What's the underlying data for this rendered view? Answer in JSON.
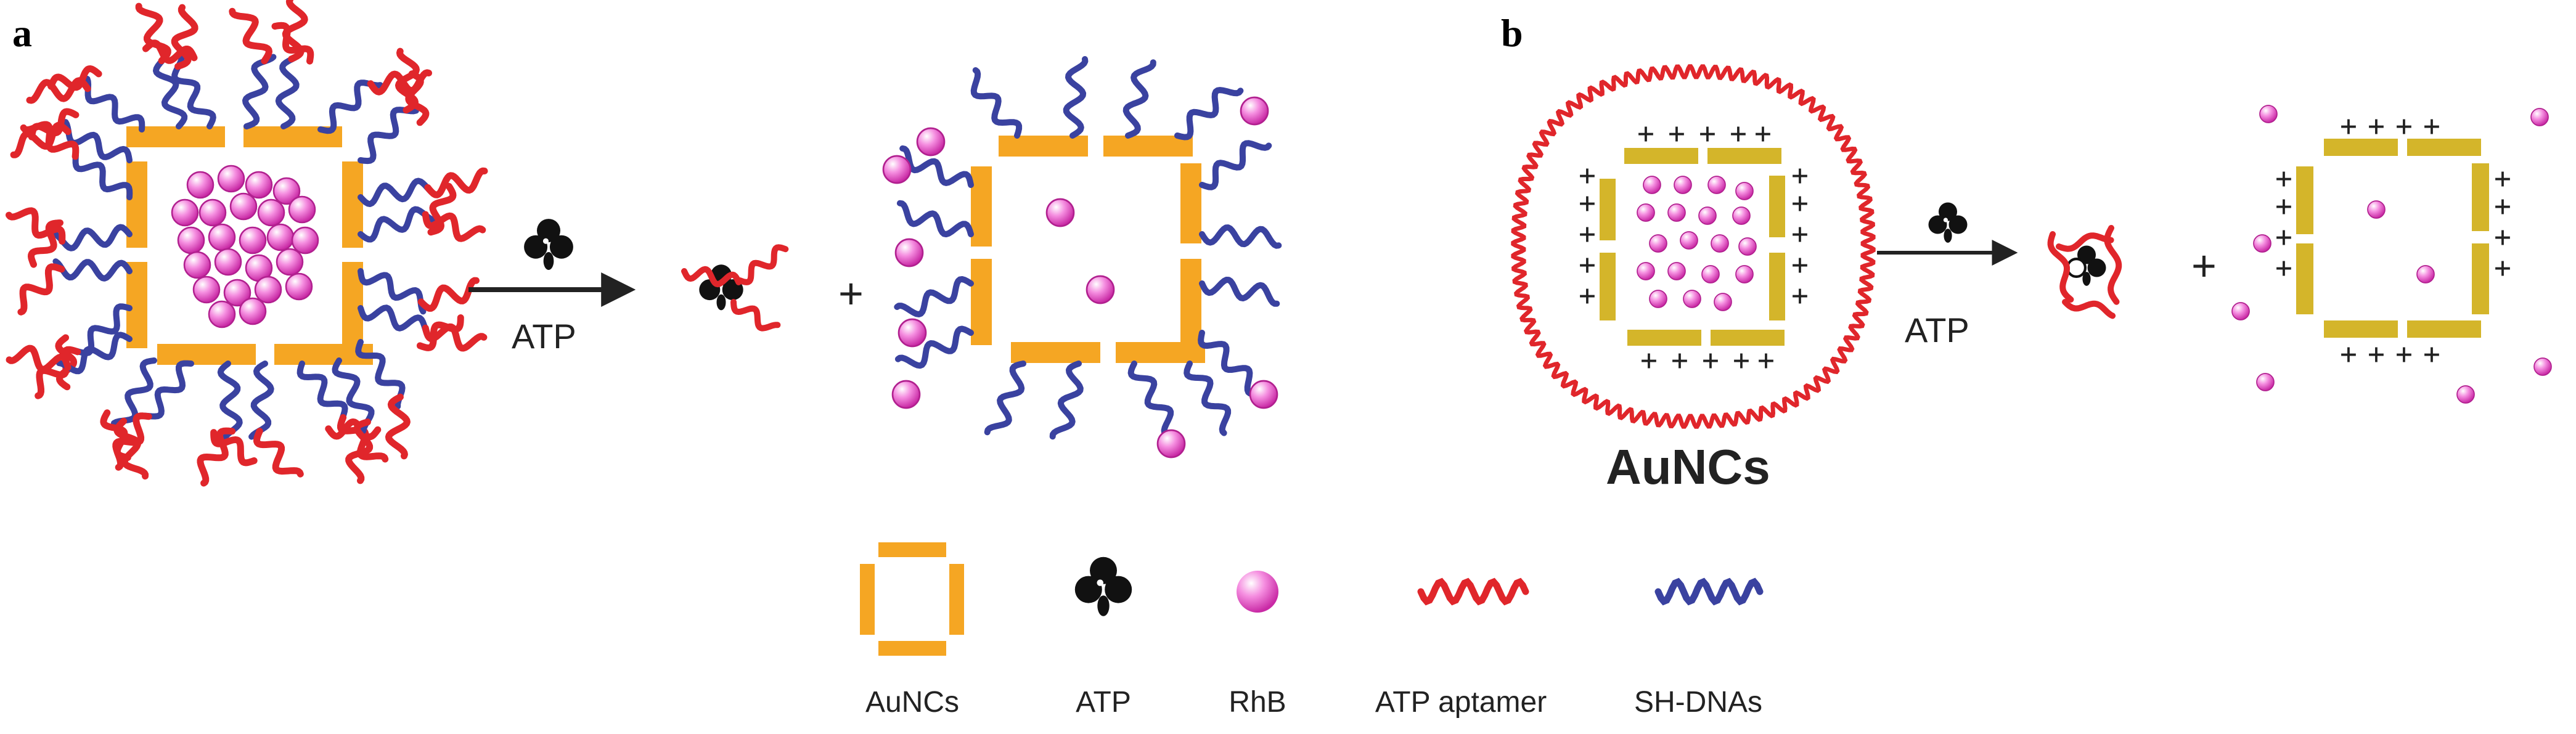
{
  "panels": {
    "a": {
      "label": "a",
      "arrow_label": "ATP",
      "plus": "+"
    },
    "b": {
      "label": "b",
      "arrow_label": "ATP",
      "plus": "+",
      "title": "AuNCs"
    }
  },
  "surface_charge": "+",
  "legend": [
    {
      "key": "aunc",
      "label": "AuNCs"
    },
    {
      "key": "atp",
      "label": "ATP"
    },
    {
      "key": "rhb",
      "label": "RhB"
    },
    {
      "key": "aptamer",
      "label": "ATP aptamer"
    },
    {
      "key": "shdna",
      "label": "SH-DNAs"
    }
  ],
  "colors": {
    "aunc_a": "#F5A623",
    "aunc_b": "#D4B52A",
    "aptamer": "#E0262B",
    "shdna": "#3A42A0",
    "rhb": "#E455C8",
    "atp": "#111111"
  }
}
